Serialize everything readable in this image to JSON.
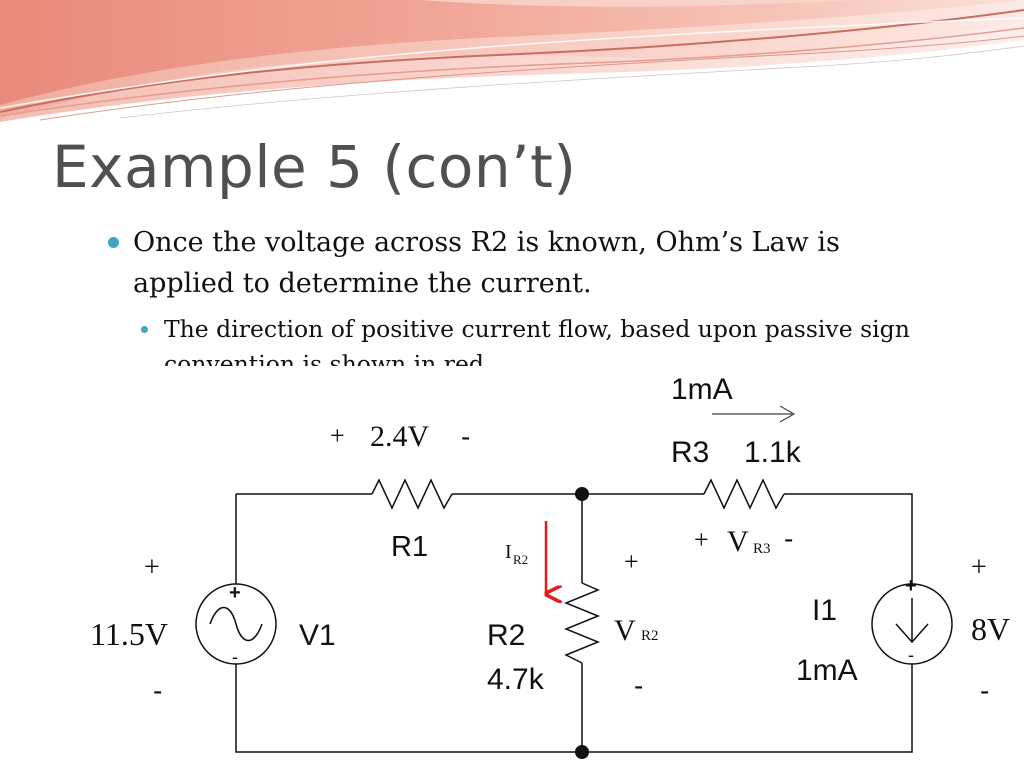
{
  "slide": {
    "title": "Example 5 (con’t)",
    "bullets": [
      {
        "line1": "Once the voltage across R2 is known, Ohm’s Law is",
        "line2": "applied to determine the current."
      },
      {
        "line1": "The direction of positive current flow, based upon passive sign",
        "line2": "convention is shown in red."
      }
    ],
    "accent_color": "#3fa3c4",
    "title_color": "#505050"
  },
  "circuit": {
    "wire_color": "#111111",
    "current_arrow_color": "#e41b1b",
    "r1": {
      "name": "R1",
      "voltage": "2.4V",
      "plus": "+",
      "minus": "-"
    },
    "r2": {
      "name": "R2",
      "value": "4.7k",
      "voltage_symbol": "V",
      "voltage_sub": "R2",
      "plus": "+",
      "minus": "-"
    },
    "r3": {
      "name": "R3",
      "value": "1.1k",
      "voltage_symbol": "V",
      "voltage_sub": "R3",
      "plus": "+",
      "minus": "-",
      "current": "1mA"
    },
    "current_label": {
      "symbol": "I",
      "sub": "R2"
    },
    "v1": {
      "name": "V1",
      "voltage": "11.5V",
      "plus": "+",
      "minus": "-",
      "terminal_plus": "+",
      "terminal_minus": "-"
    },
    "i1": {
      "name": "I1",
      "value": "1mA",
      "voltage": "8V",
      "plus": "+",
      "minus": "-",
      "terminal_plus": "+",
      "terminal_minus": "-"
    }
  }
}
